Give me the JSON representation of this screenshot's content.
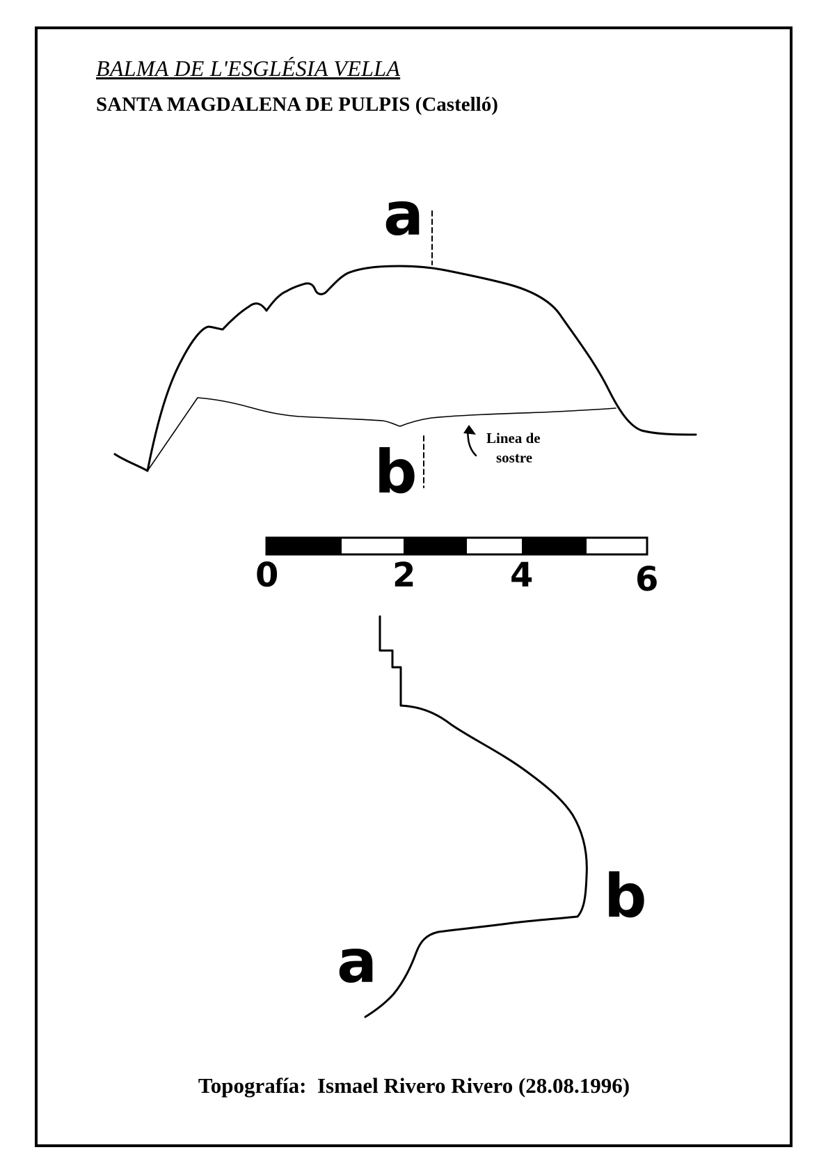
{
  "header": {
    "title": "BALMA DE L'ESGLÉSIA VELLA",
    "subtitle": "SANTA MAGDALENA DE PULPIS (Castelló)"
  },
  "plan": {
    "section_marker_top": "a",
    "section_marker_bottom": "b",
    "annotation_line1": "Linea de",
    "annotation_line2": "sostre"
  },
  "scale_bar": {
    "labels": [
      "0",
      "2",
      "4",
      "6"
    ]
  },
  "profile": {
    "label_b": "b",
    "label_a": "a"
  },
  "footer": {
    "credit": "Topografía:  Ismael Rivero Rivero (28.08.1996)"
  }
}
